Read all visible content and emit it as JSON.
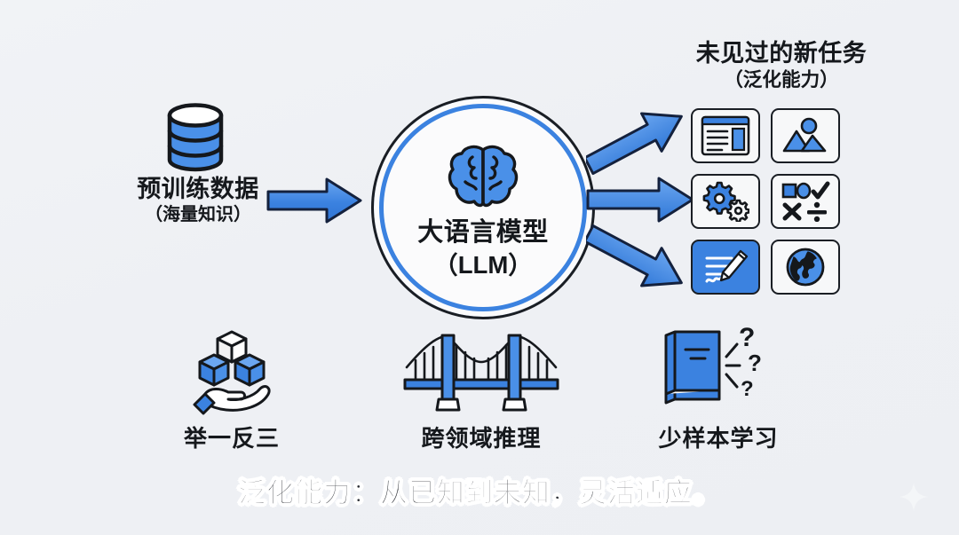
{
  "background_color": "#eff1f4",
  "accent_color": "#3b82e0",
  "outline_color": "#1a1e24",
  "text_color": "#15181c",
  "input": {
    "icon": "database-cylinder-icon",
    "title": "预训练数据",
    "subtitle": "（海量知识）"
  },
  "arrow_in": {
    "icon": "right-arrow-icon"
  },
  "center": {
    "icon": "brain-icon",
    "title": "大语言模型",
    "subtitle": "（LLM）"
  },
  "arrows_out": [
    {
      "icon": "arrow-up-right-icon"
    },
    {
      "icon": "arrow-right-icon"
    },
    {
      "icon": "arrow-down-right-icon"
    }
  ],
  "output": {
    "title": "未见过的新任务",
    "subtitle": "（泛化能力）",
    "cards": [
      {
        "name": "document-layout-icon",
        "filled": false
      },
      {
        "name": "image-picture-icon",
        "filled": false
      },
      {
        "name": "gears-icon",
        "filled": false
      },
      {
        "name": "shapes-math-icon",
        "filled": false
      },
      {
        "name": "writing-pencil-icon",
        "filled": true
      },
      {
        "name": "globe-icon",
        "filled": false
      }
    ]
  },
  "capabilities": [
    {
      "icon": "hand-holding-cubes-icon",
      "label": "举一反三"
    },
    {
      "icon": "suspension-bridge-icon",
      "label": "跨领域推理"
    },
    {
      "icon": "book-questions-icon",
      "label": "少样本学习"
    }
  ],
  "caption": "泛化能力：从已知到未知，灵活适应。",
  "watermark": {
    "icon": "sparkle-icon"
  }
}
